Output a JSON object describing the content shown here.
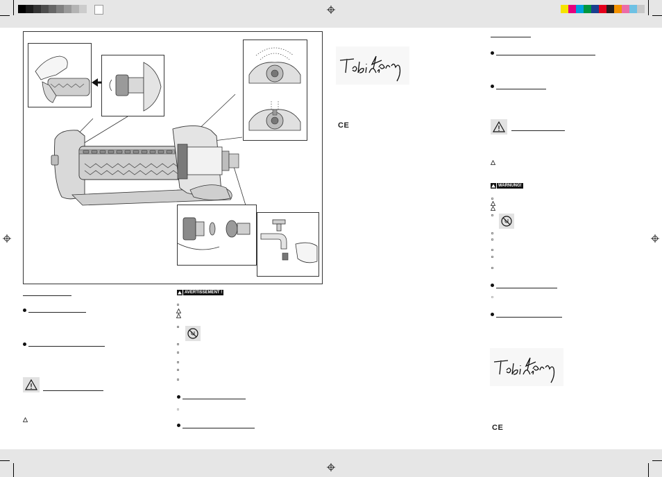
{
  "print_marks": {
    "gray_swatches": [
      "#000000",
      "#1a1a1a",
      "#333333",
      "#4d4d4d",
      "#666666",
      "#808080",
      "#999999",
      "#b3b3b3",
      "#cccccc",
      "#e6e6e6",
      "#ffffff"
    ],
    "color_swatches": [
      "#f5e400",
      "#e5007e",
      "#00a0e0",
      "#00963f",
      "#1a3f8f",
      "#e3001b",
      "#231f20",
      "#f39200",
      "#ec6ba7",
      "#6ec1e4",
      "#c8c8c8"
    ]
  },
  "warnings": {
    "french_label": "AVERTISSEMENT !",
    "german_label": "WARNUNG!"
  },
  "marks": {
    "ce": "CE",
    "signature": "Tobias Kocevy"
  },
  "icons": {
    "warning": "warning-triangle-icon",
    "no_drinking_water": "no-drinking-water-icon",
    "registration": "registration-mark-icon"
  }
}
